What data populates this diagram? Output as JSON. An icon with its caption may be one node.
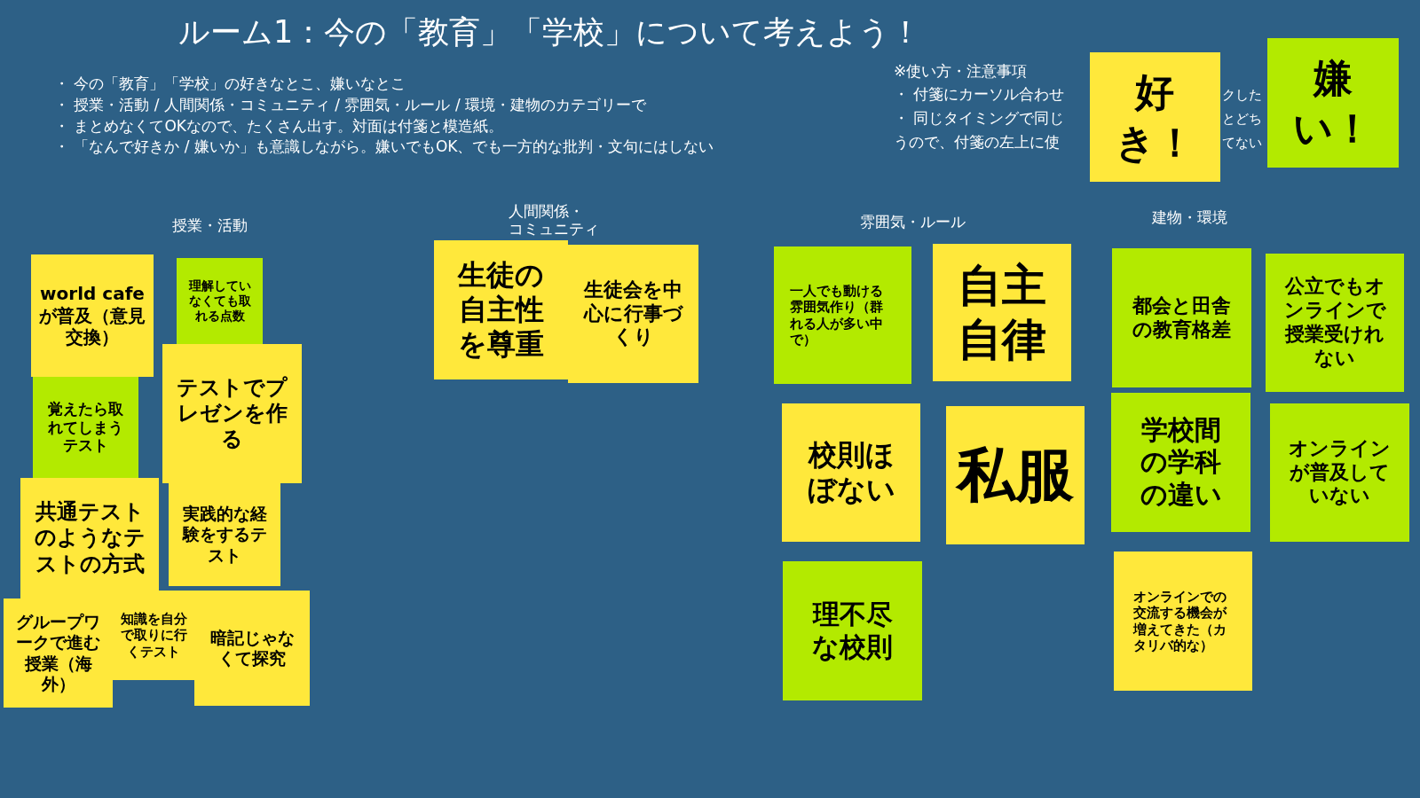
{
  "diagram": {
    "title": "ルーム1：今の「教育」「学校」について考えよう！",
    "nodes": [
      {
        "text": [
          "world cafeが普及（意見交換）"
        ]
      },
      {
        "text": [
          "理解していなくても取れる点数"
        ]
      },
      {
        "text": [
          "覚えたら取れてしまうテスト"
        ]
      },
      {
        "text": [
          "テストでプレゼンを作る"
        ]
      },
      {
        "text": [
          "共通テストのようなテストの方式"
        ]
      },
      {
        "text": [
          "実践的な経験をするテスト"
        ]
      },
      {
        "text": [
          "グループワークで進む授業（海外）"
        ]
      },
      {
        "text": [
          "知識を自分で取りに行くテスト"
        ]
      },
      {
        "text": [
          "暗記じゃなくて探究"
        ]
      },
      {
        "text": [
          "生徒の自主性を尊重"
        ]
      },
      {
        "text": [
          "生徒会を中心に行事づくり"
        ]
      },
      {
        "text": [
          "一人でも動ける雰囲気作り（群れる人が多い中で）"
        ]
      },
      {
        "text": [
          "自主自律"
        ]
      },
      {
        "text": [
          "校則ほぼない"
        ]
      },
      {
        "text": [
          "私服"
        ]
      },
      {
        "text": [
          "理不尽な校則"
        ]
      },
      {
        "text": [
          "都会と田舎の教育格差"
        ]
      },
      {
        "text": [
          "公立でもオンラインで授業受けれない"
        ]
      },
      {
        "text": [
          "学校間の学科の違い"
        ]
      },
      {
        "text": [
          "オンラインが普及していない"
        ]
      },
      {
        "text": [
          "オンラインでの交流する機会が増えてきた（カタリバ的な）"
        ]
      }
    ],
    "labels": [
      "・ 今の「教育」「学校」の好きなとこ、嫌いなとこ",
      "・ 授業・活動 / 人間関係・コミュニティ / 雰囲気・ルール / 環境・建物のカテゴリーで",
      "・ まとめなくてOKなので、たくさん出す。対面は付箋と模造紙。",
      "・ 「なんで好きか / 嫌いか」も意識しながら。嫌いでもOK、でも一方的な批判・文句にはしない",
      "※使い方・注意事項",
      "・ 付箋にカーソル合わせ",
      "クした",
      "・ 同じタイミングで同じ",
      "とどち",
      "うので、付箋の左上に使",
      "てない",
      "授業・活動",
      "人間関係・コミュニティ",
      "雰囲気・ルール",
      "建物・環境"
    ],
    "legend": [
      {
        "text": "好き！",
        "color": "#ffe83b"
      },
      {
        "text": "嫌い！",
        "color": "#b3ea00"
      }
    ]
  }
}
